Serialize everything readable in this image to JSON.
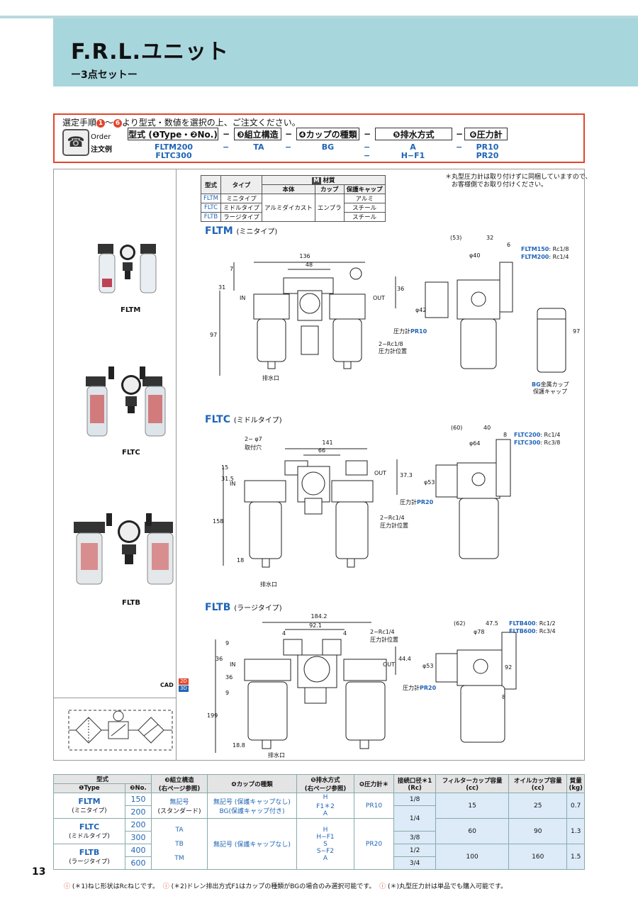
{
  "header": {
    "title": "F.R.L.ユニット",
    "subtitle": "ー3点セットー"
  },
  "order": {
    "instruction_pre": "選定手順",
    "instruction_mid": "〜",
    "instruction_post": "より型式・数値を選択の上、ご注文ください。",
    "icon_label_en": "Order",
    "icon_label_jp": "注文例",
    "boxes": [
      "型式 (❶Type・❷No.)",
      "❸組立構造",
      "❹カップの種類",
      "❺排水方式",
      "❻圧力計"
    ],
    "row1": [
      "FLTM200",
      "TA",
      "BG",
      "A",
      "PR10"
    ],
    "row2": [
      "FLTC300",
      "",
      "",
      "H−F1",
      "PR20"
    ],
    "dash": "−"
  },
  "photos": [
    {
      "label": "FLTM"
    },
    {
      "label": "FLTC"
    },
    {
      "label": "FLTB"
    }
  ],
  "cad": {
    "label": "CAD",
    "badge1": "2D",
    "badge2": "3D"
  },
  "material_table": {
    "h_model": "型式",
    "h_type": "タイプ",
    "h_material": "材質",
    "h_material_badge": "M",
    "h_body": "本体",
    "h_cup": "カップ",
    "h_cap": "保護キャップ",
    "rows": [
      {
        "model": "FLTM",
        "type": "ミニタイプ",
        "cap": "アルミ"
      },
      {
        "model": "FLTC",
        "type": "ミドルタイプ",
        "cap": "スチール"
      },
      {
        "model": "FLTB",
        "type": "ラージタイプ",
        "cap": "スチール"
      }
    ],
    "body": "アルミダイカスト",
    "cup": "エンプラ"
  },
  "note_top": [
    "＊丸型圧力計は取り付けずに同梱していますので、",
    "　お客様側でお取り付けください。"
  ],
  "sections": [
    {
      "name": "FLTM",
      "sub": "(ミニタイプ)"
    },
    {
      "name": "FLTC",
      "sub": "(ミドルタイプ)"
    },
    {
      "name": "FLTB",
      "sub": "(ラージタイプ)"
    }
  ],
  "fltm_dims": {
    "d136": "136",
    "d48": "48",
    "d7": "7",
    "d31": "31",
    "d97": "97",
    "d36": "36",
    "in": "IN",
    "out": "OUT",
    "port": "2−Rc1/8",
    "port2": "圧力計位置",
    "drain": "排水口",
    "d53": "(53)",
    "d32": "32",
    "d6": "6",
    "d40": "φ40",
    "d42": "φ42",
    "gauge": "圧力計",
    "gauge_model": "PR10",
    "m1": "FLTM150",
    "m1v": ": Rc1/8",
    "m2": "FLTM200",
    "m2v": ": Rc1/4",
    "d97b": "97",
    "bg1": "BG",
    "bg1b": "金属カップ",
    "bg2": "保護キャップ"
  },
  "fltc_dims": {
    "mount": "2− φ7",
    "mount2": "取付穴",
    "d141": "141",
    "d66": "66",
    "d15": "15",
    "d315": "31.5",
    "d373": "37.3",
    "d158": "158",
    "d18": "18",
    "in": "IN",
    "out": "OUT",
    "port": "2−Rc1/4",
    "port2": "圧力計位置",
    "drain": "排水口",
    "d60": "(60)",
    "d40": "40",
    "d8": "8",
    "d64": "φ64",
    "d53": "φ53",
    "gauge": "圧力計",
    "gauge_model": "PR20",
    "m1": "FLTC200",
    "m1v": ": Rc1/4",
    "m2": "FLTC300",
    "m2v": ": Rc3/8"
  },
  "fltb_dims": {
    "d1842": "184.2",
    "d921": "92.1",
    "d4a": "4",
    "d4b": "4",
    "d9a": "9",
    "d36a": "36",
    "d36b": "36",
    "d9b": "9",
    "d199": "199",
    "d188": "18.8",
    "d444": "44.4",
    "in": "IN",
    "out": "OUT",
    "port": "2−Rc1/4",
    "port2": "圧力計位置",
    "drain": "排水口",
    "d62": "(62)",
    "d475": "47.5",
    "d78": "φ78",
    "d53": "φ53",
    "d92": "92",
    "d8": "8",
    "gauge": "圧力計",
    "gauge_model": "PR20",
    "m1": "FLTB400",
    "m1v": ": Rc1/2",
    "m2": "FLTB600",
    "m2v": ": Rc3/4"
  },
  "spec_table": {
    "h_model": "型式",
    "h_type": "❶Type",
    "h_no": "❷No.",
    "h_struct": "❸組立構造",
    "h_struct2": "(右ページ参照)",
    "h_cup": "❹カップの種類",
    "h_drain": "❺排水方式",
    "h_drain2": "(右ページ参照)",
    "h_gauge": "❻圧力計＊",
    "h_port": "接続口径＊1",
    "h_port2": "(Rc)",
    "h_fcap": "フィルターカップ容量",
    "h_fcap2": "(cc)",
    "h_ocap": "オイルカップ容量",
    "h_ocap2": "(cc)",
    "h_mass": "質量",
    "h_mass2": "(kg)",
    "models": [
      {
        "type": "FLTM",
        "sub": "(ミニタイプ)",
        "nos": [
          "150",
          "200"
        ],
        "fcap": "15",
        "ocap": "25",
        "mass": "0.7"
      },
      {
        "type": "FLTC",
        "sub": "(ミドルタイプ)",
        "nos": [
          "200",
          "300"
        ],
        "fcap": "60",
        "ocap": "90",
        "mass": "1.3"
      },
      {
        "type": "FLTB",
        "sub": "(ラージタイプ)",
        "nos": [
          "400",
          "600"
        ],
        "fcap": "100",
        "ocap": "160",
        "mass": "1.5"
      }
    ],
    "struct": [
      "無記号",
      "(スタンダード)",
      "TA",
      "TB",
      "TM"
    ],
    "cup1": "無記号 (保護キャップなし)",
    "cup2": "BG(保護キャップ付き)",
    "cup3": "無記号 (保護キャップなし)",
    "drain1": [
      "H",
      "F1＊2",
      "A"
    ],
    "drain2": [
      "H",
      "H−F1",
      "S",
      "S−F2",
      "A"
    ],
    "gauge1": "PR10",
    "gauge2": "PR20",
    "ports": [
      "1/8",
      "1/4",
      "3/8",
      "1/2",
      "3/4"
    ]
  },
  "page_number": "13",
  "footnotes": [
    "(＊1)ねじ形状はRcねじです。",
    "(＊2)ドレン排出方式F1はカップの種類がBGの場合のみ選択可能です。",
    "(＊)丸型圧力計は単品でも購入可能です。"
  ]
}
